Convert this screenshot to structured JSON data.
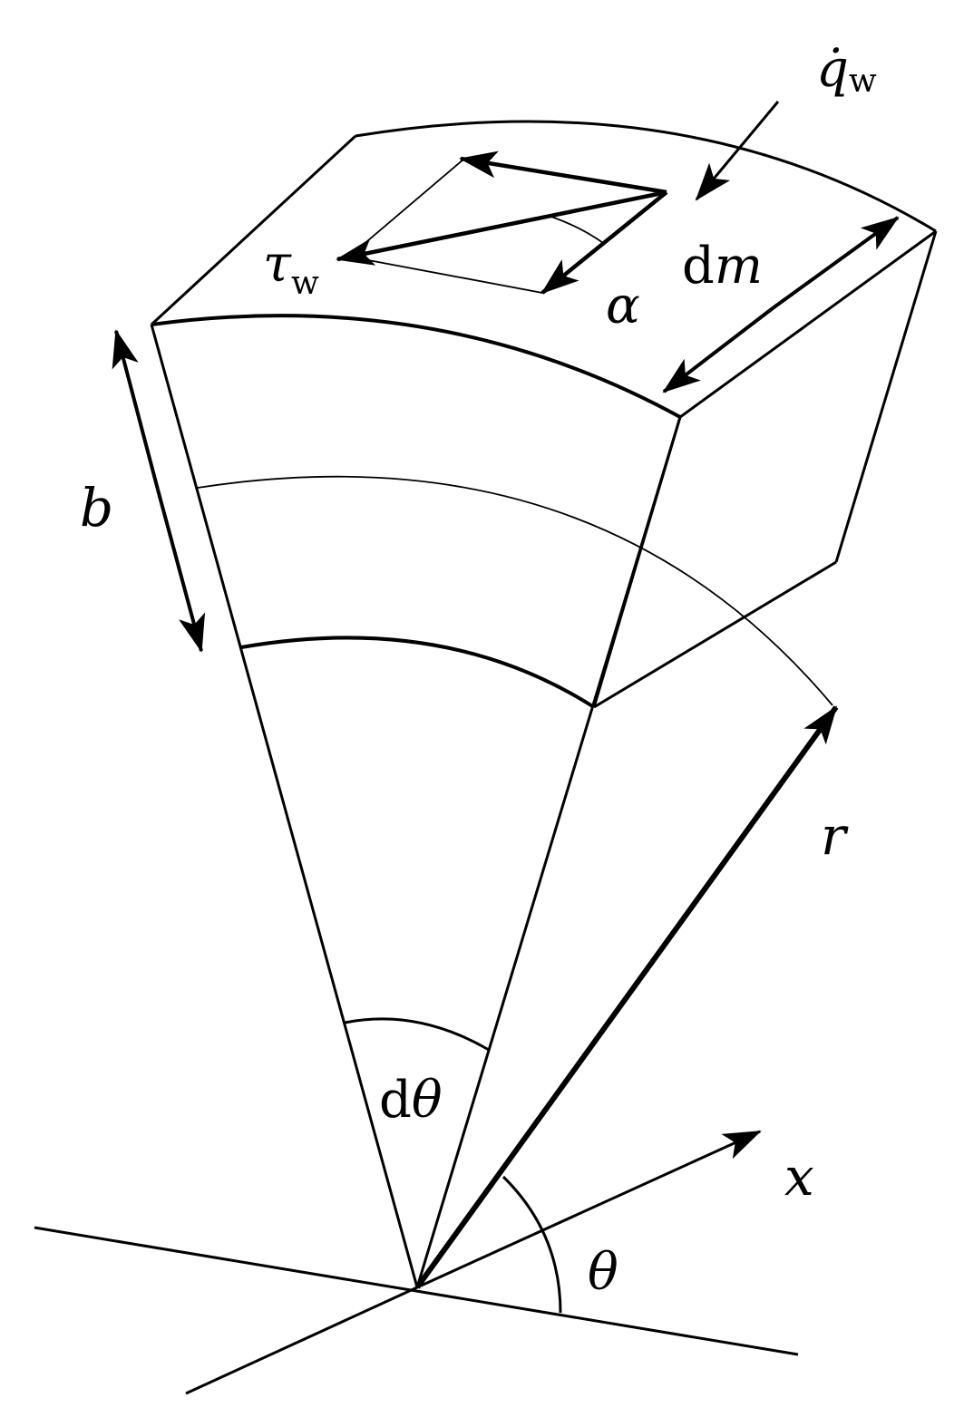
{
  "labels": {
    "q_dot": "q̇",
    "q_sub": "w",
    "tau": "τ",
    "tau_sub": "w",
    "alpha": "α",
    "dm_d": "d",
    "dm_m": "m",
    "b": "b",
    "r": "r",
    "x": "x",
    "theta": "θ",
    "dtheta_d": "d",
    "dtheta_theta": "θ"
  },
  "colors": {
    "ink": "#000000",
    "background": "#ffffff"
  }
}
